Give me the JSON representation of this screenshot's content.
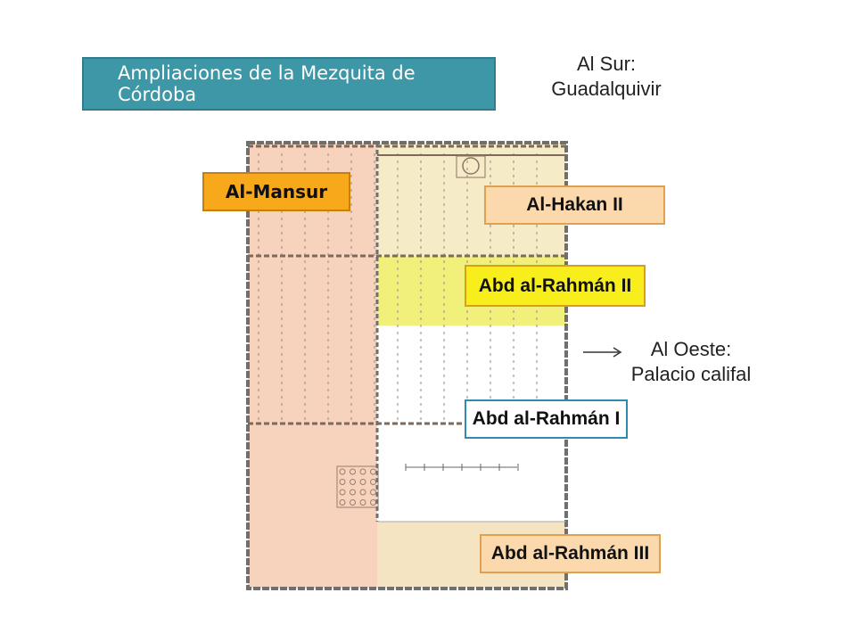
{
  "title": "Ampliaciones de la Mezquita de Córdoba",
  "notes": {
    "sur": [
      "Al Sur:",
      "Guadalquivir"
    ],
    "oeste": [
      "Al Oeste:",
      "Palacio califal"
    ]
  },
  "labels": {
    "mansur": "Al-Mansur",
    "hakan": "Al-Hakan II",
    "rahman2": "Abd al-Rahmán II",
    "rahman1": "Abd al-Rahmán I",
    "rahman3": "Abd al-Rahmán III"
  },
  "colors": {
    "title_bg": "#3d97a7",
    "mansur": "#f7a81b",
    "hakan": "#fbd9ac",
    "rahman2": "#f7ee1c",
    "rahman1_border": "#2f8ab0",
    "rahman3": "#fbd9ac",
    "mansur_zone": "#f7d3bd",
    "hakan_zone": "#f6ebc7",
    "rahman2_zone": "#f1f07a",
    "rahman3_zone": "#f4e4c1"
  }
}
